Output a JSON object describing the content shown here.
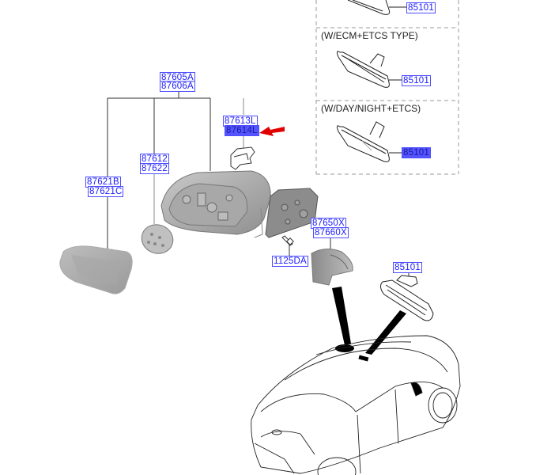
{
  "diagram": {
    "title": "Outside & Inside Rear View Mirror Parts Diagram",
    "accent_label_color": "#1a1aff",
    "label_border_color": "#4d4dff",
    "highlight_color": "#5555ff",
    "pointer_color": "#e00000"
  },
  "variants": [
    {
      "caption": "",
      "part": "85101"
    },
    {
      "caption": "(W/ECM+ETCS TYPE)",
      "part": "85101"
    },
    {
      "caption": "(W/DAY/NIGHT+ETCS)",
      "part": "85101"
    }
  ],
  "labels": {
    "mirror_assy_l": "87605A",
    "mirror_assy_r": "87606A",
    "actuator_l": "87613L",
    "actuator_r": "87614L",
    "housing_l": "87612",
    "housing_r": "87622",
    "glass_l": "87621B",
    "glass_r": "87621C",
    "cover_l": "87650X",
    "cover_r": "87660X",
    "screw": "1125DA",
    "inside_mirror": "85101"
  }
}
